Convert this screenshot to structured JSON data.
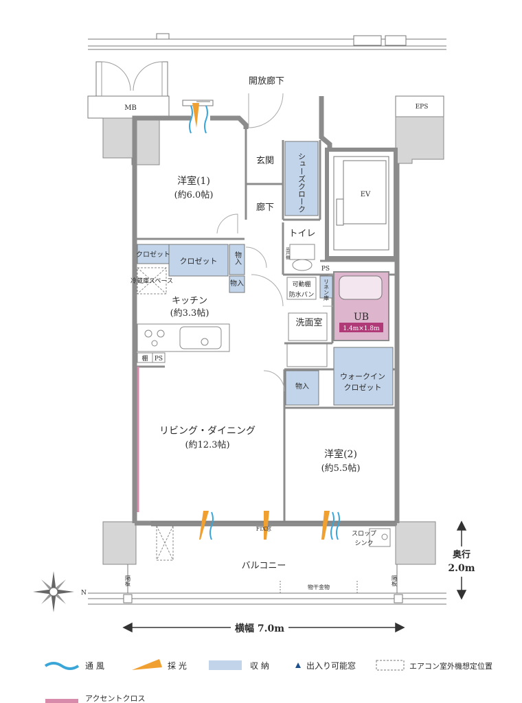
{
  "rooms": {
    "corridor": "開放廊下",
    "mb": "MB",
    "eps": "EPS",
    "ev": "EV",
    "entrance": "玄関",
    "hallway": "廊下",
    "shoe_closet": "シューズクローク",
    "toilet": "トイレ",
    "toilet_shelf": "吊戸棚",
    "western1_name": "洋室(1)",
    "western1_size": "(約6.0帖)",
    "closet_a": "クロゼット",
    "closet_b": "クロゼット",
    "storage_1": "物入",
    "storage_2": "物入",
    "storage_3": "物入",
    "fridge": "冷蔵庫スペース",
    "kitchen_name": "キッチン",
    "kitchen_size": "(約3.3帖)",
    "ps_1": "PS",
    "ps_2": "PS",
    "shelf_top": "可動棚",
    "waterproof_pan": "防水パン",
    "linen": "リネン庫",
    "washroom": "洗面室",
    "ub": "UB",
    "ub_size": "1.4m×1.8m",
    "shelf": "棚",
    "walkin_1": "ウォークイン",
    "walkin_2": "クロゼット",
    "living_name": "リビング・ダイニング",
    "living_size": "(約12.3帖)",
    "western2_name": "洋室(2)",
    "western2_size": "(約5.5帖)",
    "fix": "FIX窓",
    "slop_1": "スロップ",
    "slop_2": "シンク",
    "balcony": "バルコニー",
    "partition": "隔板",
    "hanger": "物干金物"
  },
  "dimensions": {
    "width_label": "横幅 7.0m",
    "depth_label_1": "奥行",
    "depth_label_2": "2.0m"
  },
  "compass": {
    "north": "N"
  },
  "legend": {
    "ventilation": "通 風",
    "daylight": "採 光",
    "storage": "収 納",
    "door_window": "出入り可能窓",
    "ac_unit": "エアコン室外機想定位置",
    "accent": "アクセントクロス"
  },
  "colors": {
    "storage": "#c2d4ea",
    "accent": "#d88aaa",
    "ub_fill": "#ddb5cc",
    "ub_label": "#b03a78",
    "ventilation": "#3aa6d8",
    "daylight": "#f0a030",
    "wall": "#8c8c8c",
    "column": "#d9d9d9"
  }
}
